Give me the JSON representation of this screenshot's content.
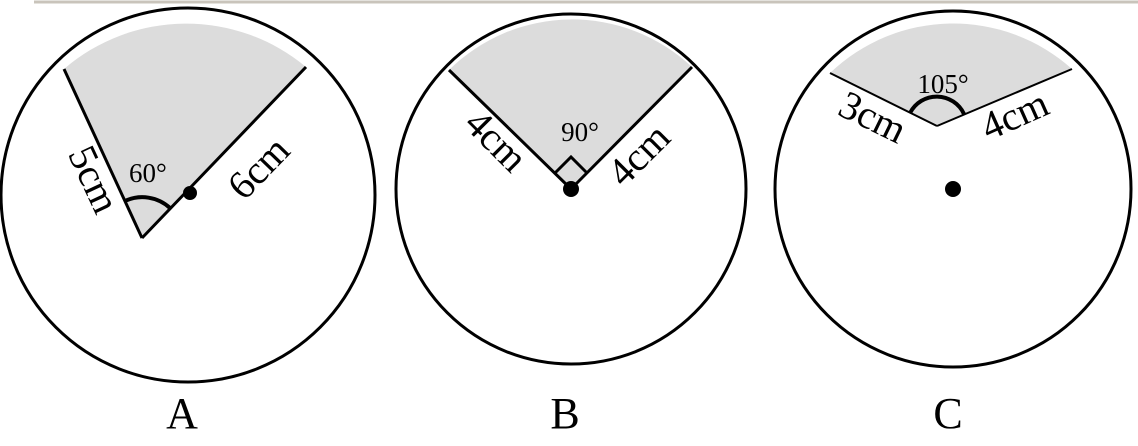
{
  "colors": {
    "top_rule": "#c9c4bb",
    "outline": "#000000",
    "shade": "#dcdcdc",
    "background": "#ffffff"
  },
  "figures": [
    {
      "id": "A",
      "caption": "A",
      "angle": "60°",
      "sides": [
        "5cm",
        "6cm"
      ]
    },
    {
      "id": "B",
      "caption": "B",
      "angle": "90°",
      "sides": [
        "4cm",
        "4cm"
      ]
    },
    {
      "id": "C",
      "caption": "C",
      "angle": "105°",
      "sides": [
        "3cm",
        "4cm"
      ]
    }
  ]
}
